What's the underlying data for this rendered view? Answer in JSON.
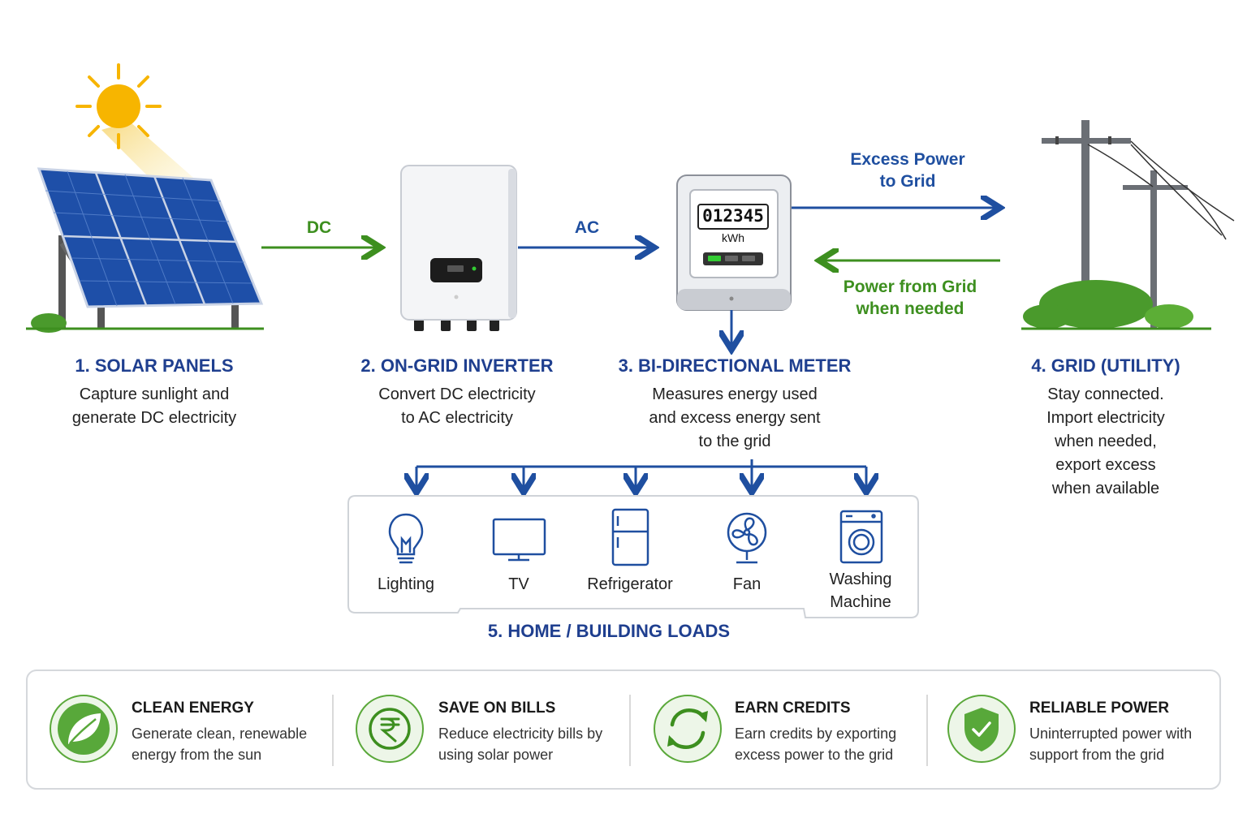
{
  "flows": {
    "dc": "DC",
    "ac": "AC",
    "excess_line1": "Excess Power",
    "excess_line2": "to Grid",
    "from_grid_line1": "Power from Grid",
    "from_grid_line2": "when needed"
  },
  "meter": {
    "reading": "012345",
    "unit": "kWh"
  },
  "components": [
    {
      "title": "1. SOLAR PANELS",
      "desc": [
        "Capture sunlight and",
        "generate DC electricity"
      ]
    },
    {
      "title": "2. ON-GRID INVERTER",
      "desc": [
        "Convert DC electricity",
        "to AC electricity"
      ]
    },
    {
      "title": "3. BI-DIRECTIONAL METER",
      "desc": [
        "Measures energy used",
        "and excess energy sent",
        "to the grid"
      ]
    },
    {
      "title": "4. GRID (UTILITY)",
      "desc": [
        "Stay connected.",
        "Import electricity",
        "when needed,",
        "export excess",
        "when available"
      ]
    }
  ],
  "loads": {
    "title": "5. HOME / BUILDING LOADS",
    "items": [
      {
        "label": "Lighting",
        "icon": "lightbulb-icon"
      },
      {
        "label": "TV",
        "icon": "tv-icon"
      },
      {
        "label": "Refrigerator",
        "icon": "refrigerator-icon"
      },
      {
        "label": "Fan",
        "icon": "fan-icon"
      },
      {
        "label": "Washing",
        "label2": "Machine",
        "icon": "washing-machine-icon"
      }
    ]
  },
  "benefits": [
    {
      "title": "CLEAN ENERGY",
      "desc": [
        "Generate clean, renewable",
        "energy from the sun"
      ],
      "icon": "leaf-icon"
    },
    {
      "title": "SAVE ON BILLS",
      "desc": [
        "Reduce electricity bills by",
        "using solar power"
      ],
      "icon": "rupee-icon"
    },
    {
      "title": "EARN CREDITS",
      "desc": [
        "Earn credits by exporting",
        "excess power to the grid"
      ],
      "icon": "recycle-arrows-icon"
    },
    {
      "title": "RELIABLE POWER",
      "desc": [
        "Uninterrupted power with",
        "support from the grid"
      ],
      "icon": "shield-check-icon"
    }
  ],
  "colors": {
    "blue": "#1f4fa0",
    "green": "#3d8f1f",
    "sun": "#f7b500",
    "panel": "#1e4fa8"
  }
}
